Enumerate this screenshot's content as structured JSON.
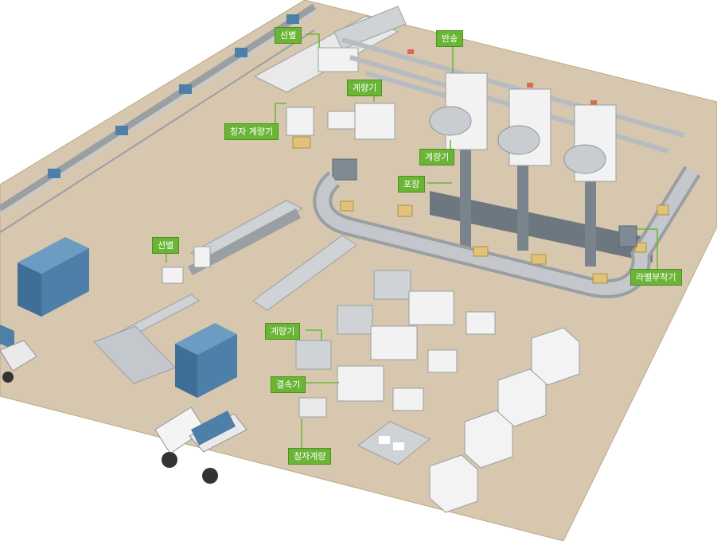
{
  "colors": {
    "floor": "#d6c7ae",
    "floor_edge": "#bba988",
    "label_bg": "#6bb536",
    "label_text": "#ffffff",
    "leader_line": "#6bb536",
    "machine_body": "#f2f2f2",
    "conveyor": "#b8bcc0",
    "crate": "#4d7fa8",
    "box": "#e1c27a"
  },
  "labels": {
    "sorting_top": "선별",
    "transport": "반송",
    "weigher_top": "계량기",
    "weigh_scale_top": "칭자 계량기",
    "weigher_mid": "계량기",
    "packing": "포장",
    "sorting_left": "선별",
    "labeler": "라벨부착기",
    "weigher_bottom": "계량기",
    "binding": "결속기",
    "weigh_scale_bottom": "칭자계량"
  }
}
